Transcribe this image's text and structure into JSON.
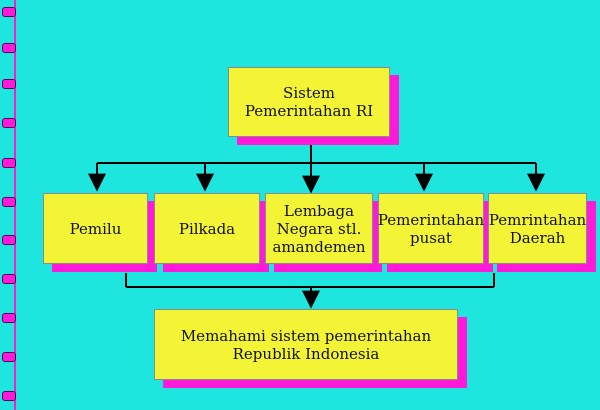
{
  "diagram": {
    "top_box": "Sistem\nPemerintahan RI",
    "boxes": [
      "Pemilu",
      "Pilkada",
      "Lembaga\nNegara stl.\namandemen",
      "Pemerintahan\npusat",
      "Pemrintahan\nDaerah"
    ],
    "bottom_box": "Memahami sistem pemerintahan\nRepublik Indonesia"
  },
  "colors": {
    "background": "#1ee6de",
    "box_fill": "#f4f436",
    "box_shadow": "#ff1ad9",
    "binding": "#ff1ad9",
    "line": "#000000"
  },
  "icons": [
    "spiral-binding",
    "arrow-down-icon"
  ]
}
